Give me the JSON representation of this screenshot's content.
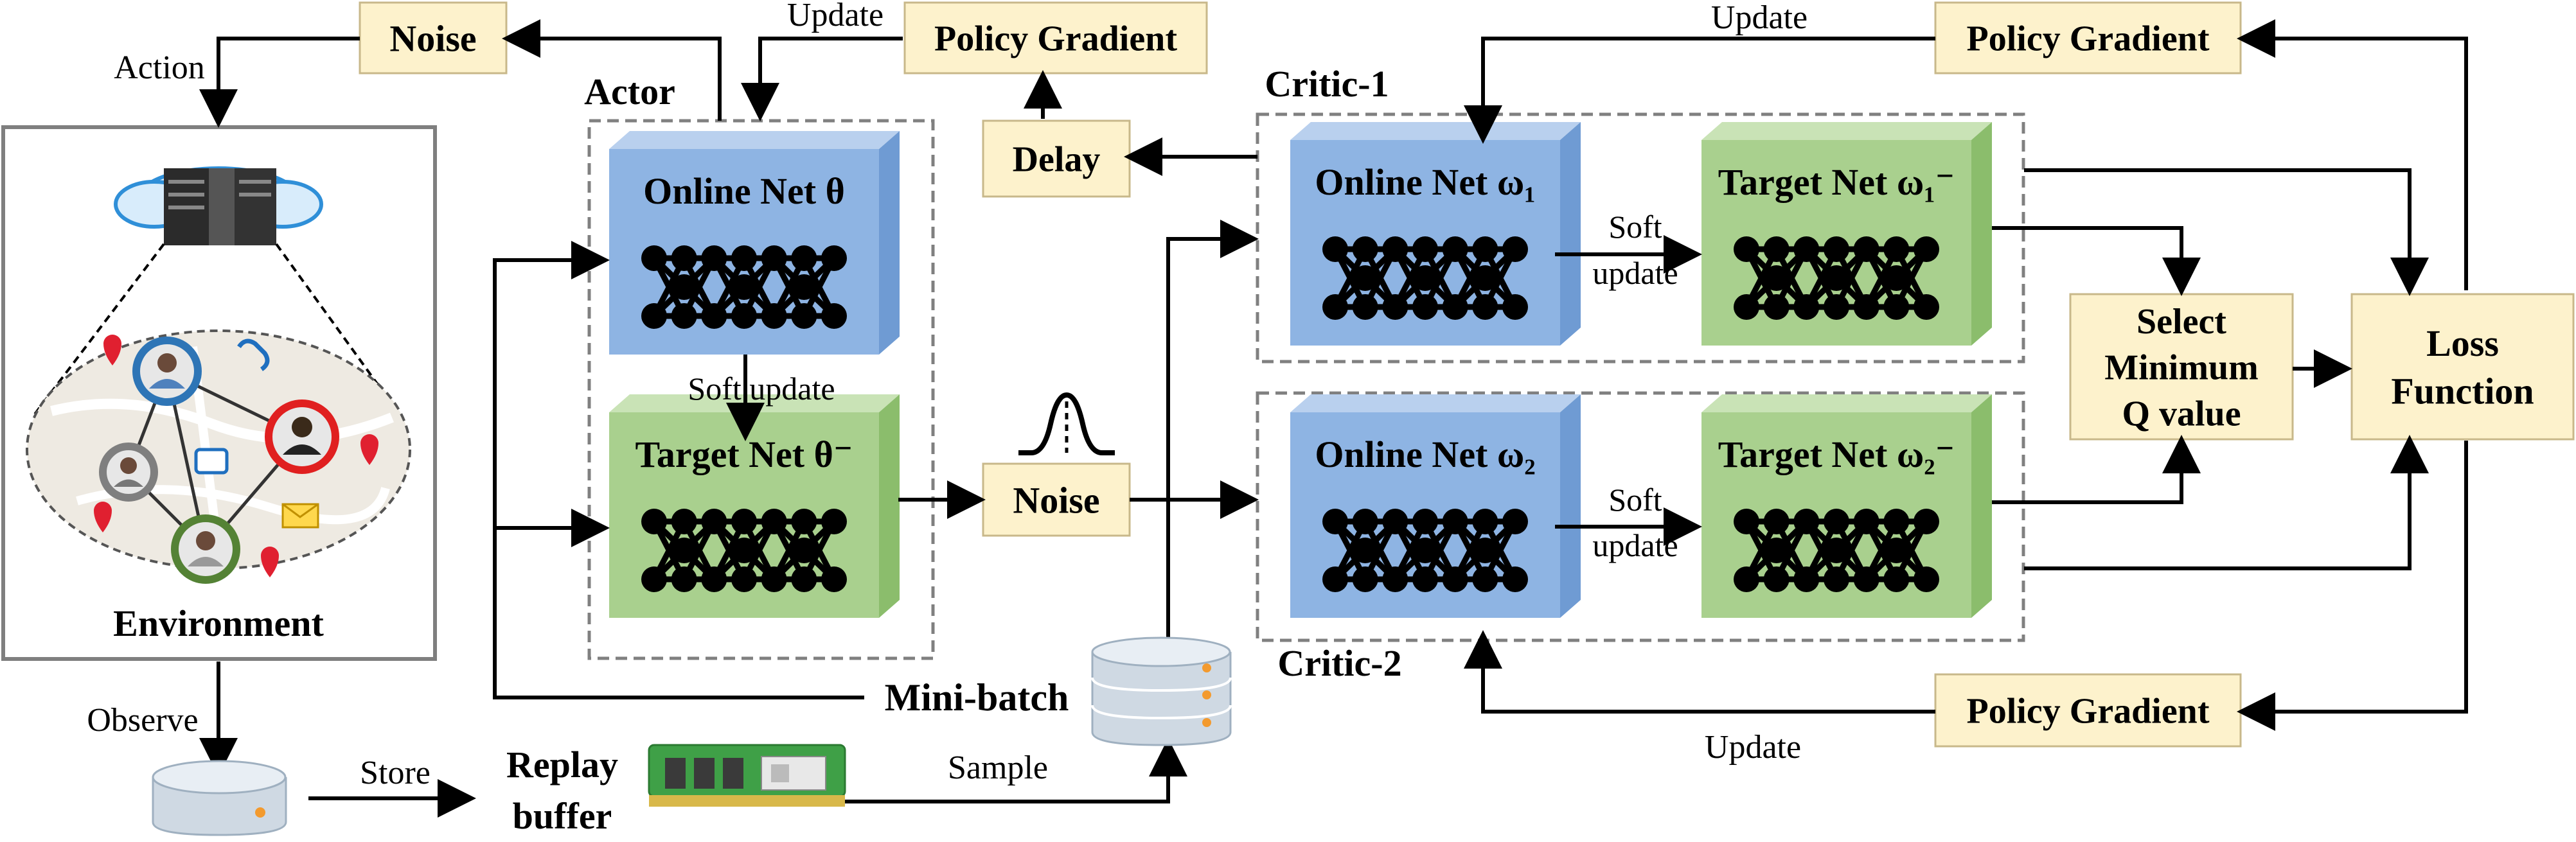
{
  "labels": {
    "noise_top": "Noise",
    "noise_mid": "Noise",
    "policy_gradient_top_left": "Policy Gradient",
    "policy_gradient_top_right": "Policy Gradient",
    "policy_gradient_bottom": "Policy Gradient",
    "delay": "Delay",
    "actor": "Actor",
    "critic1": "Critic-1",
    "critic2": "Critic-2",
    "action": "Action",
    "update_1": "Update",
    "update_2": "Update",
    "update_3": "Update",
    "observe": "Observe",
    "store": "Store",
    "sample": "Sample",
    "soft_update_actor": "Soft  update",
    "soft_1": "Soft",
    "update_soft_1": "update",
    "soft_2": "Soft",
    "update_soft_2": "update",
    "environment": "Environment",
    "replay_1": "Replay",
    "replay_2": "buffer",
    "minibatch": "Mini-batch",
    "select_1": "Select",
    "select_2": "Minimum",
    "select_3": "Q value",
    "loss_1": "Loss",
    "loss_2": "Function"
  },
  "nets": {
    "actor_online": "Online Net θ",
    "actor_target": "Target Net θ⁻",
    "critic1_online": "Online Net ω₁",
    "critic1_target": "Target Net ω₁⁻",
    "critic2_online": "Online Net ω₂",
    "critic2_target": "Target Net ω₂⁻"
  },
  "colors": {
    "box_fill": "#fdf2cc",
    "box_stroke": "#c8b88a",
    "online_front": "#8eb4e3",
    "online_top": "#b9d0ee",
    "online_side": "#6f9bd3",
    "target_front": "#a9d08e",
    "target_top": "#c9e3b6",
    "target_side": "#8bbd6c",
    "dashed": "#808080",
    "line": "#000000"
  }
}
